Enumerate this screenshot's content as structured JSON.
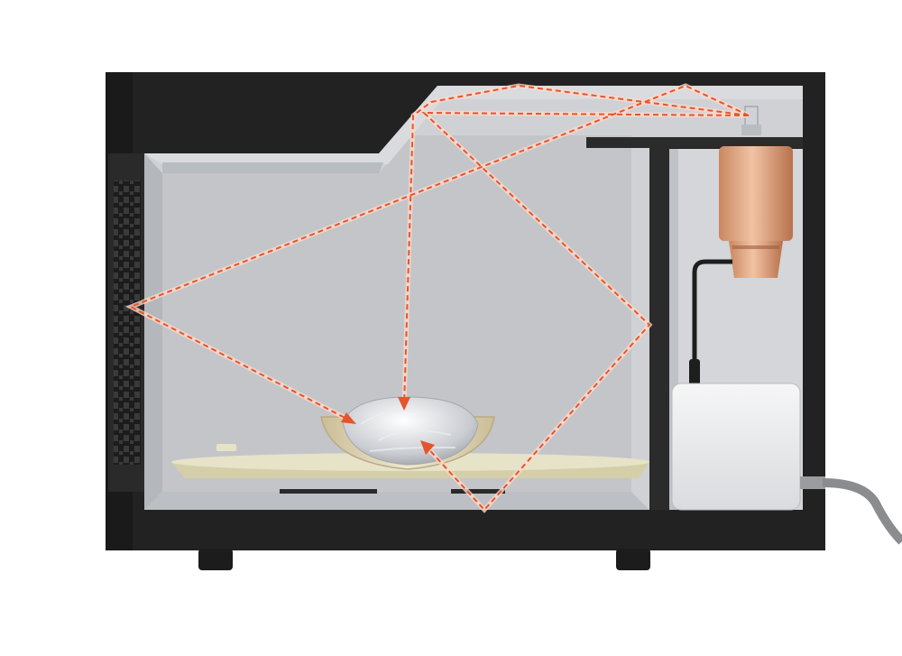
{
  "diagram": {
    "subject": "microwave-oven-cross-section",
    "colors": {
      "casing": "#222222",
      "cavity": "#c4c6c9",
      "cavity_light": "#d4d6d9",
      "wall_edge": "#b2b5b9",
      "magnetron": "#dfa27e",
      "magnetron_dark": "#b8714c",
      "power_unit": "#e9eaec",
      "turntable": "#dcd7b2",
      "food": "#d3d6da",
      "microwave_ray": "#e4552d",
      "cable": "#8a8c8f"
    },
    "components": [
      {
        "id": "door-grille",
        "icon": "perforated-grille-icon"
      },
      {
        "id": "magnetron",
        "icon": "magnetron-icon"
      },
      {
        "id": "waveguide",
        "icon": "waveguide-icon"
      },
      {
        "id": "power-unit",
        "icon": "power-supply-icon"
      },
      {
        "id": "turntable",
        "icon": "turntable-icon"
      },
      {
        "id": "food",
        "icon": "food-bowl-icon"
      },
      {
        "id": "power-cord",
        "icon": "cable-icon"
      }
    ]
  }
}
